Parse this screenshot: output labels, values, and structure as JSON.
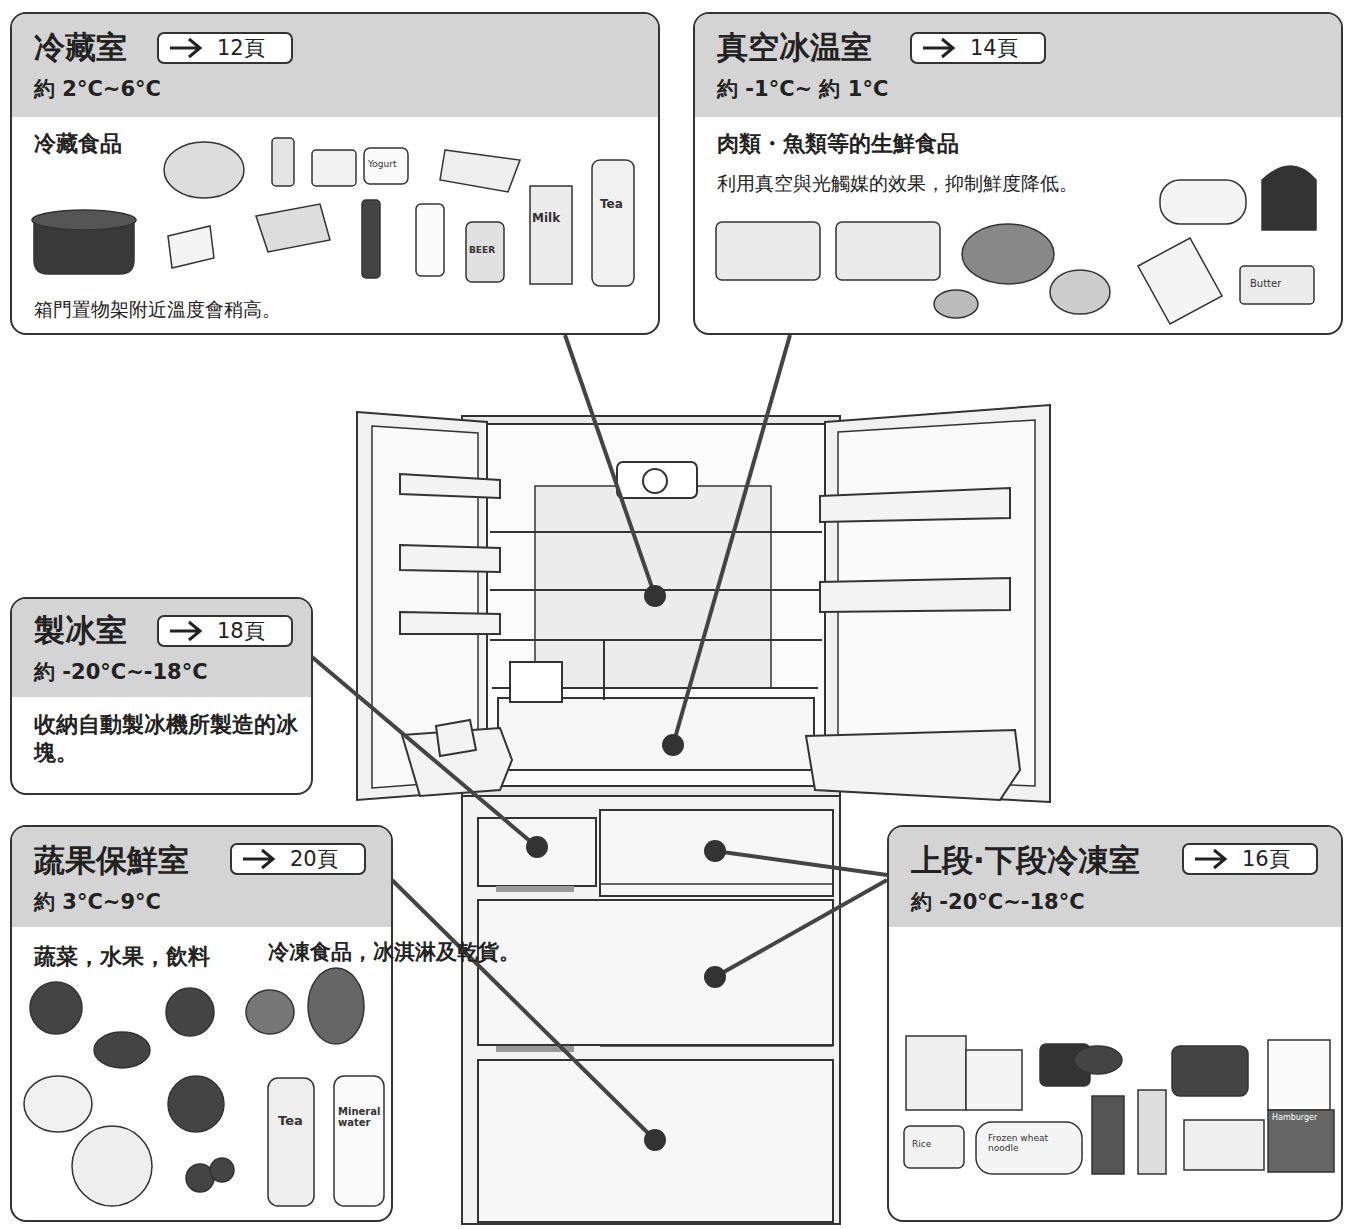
{
  "diagram": {
    "nodes": [
      {
        "text": [
          "冷藏室",
          "約 2°C~6°C",
          "冷藏食品",
          "箱門置物架附近溫度會稍高。"
        ]
      },
      {
        "text": [
          "12頁"
        ],
        "in": 0
      },
      {
        "text": [
          "真空冰温室",
          "約 -1°C~ 約 1°C",
          "肉類・魚類等的生鮮食品",
          "利用真空與光觸媒的效果，抑制鮮度降低。"
        ]
      },
      {
        "text": [
          "14頁"
        ],
        "in": 2
      },
      {
        "text": [
          "製冰室",
          "約 -20°C~-18°C",
          "收納自動製冰機所製造的冰塊。"
        ]
      },
      {
        "text": [
          "18頁"
        ],
        "in": 4
      },
      {
        "text": [
          "蔬果保鮮室",
          "約 3°C~9°C",
          "蔬菜，水果，飲料"
        ]
      },
      {
        "text": [
          "20頁"
        ],
        "in": 6
      },
      {
        "text": [
          "上段·下段冷凍室",
          "約 -20°C~-18°C"
        ]
      },
      {
        "text": [
          "16頁"
        ],
        "in": 8
      }
    ],
    "labels": [
      "冷凍食品，冰淇淋及乾貨。",
      "Yogurt",
      "Milk",
      "Tea",
      "BEER",
      "Butter",
      "Tea",
      "Mineral water",
      "Rice",
      "Frozen wheat noodle",
      "Hamburger"
    ]
  }
}
